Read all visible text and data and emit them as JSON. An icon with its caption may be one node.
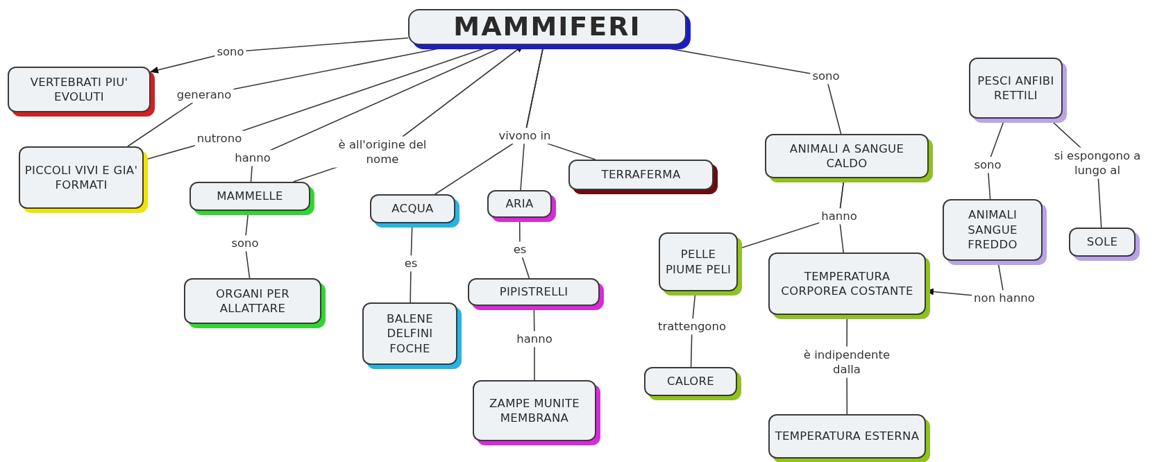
{
  "diagram": {
    "nodes": [
      {
        "text": [
          "MAMMIFERI"
        ]
      },
      {
        "text": [
          "VERTEBRATI PIU' EVOLUTI"
        ]
      },
      {
        "text": [
          "PICCOLI VIVI E GIA' FORMATI"
        ]
      },
      {
        "text": [
          "MAMMELLE"
        ]
      },
      {
        "text": [
          "ORGANI PER ALLATTARE"
        ]
      },
      {
        "text": [
          "ACQUA"
        ]
      },
      {
        "text": [
          "BALENE DELFINI FOCHE"
        ]
      },
      {
        "text": [
          "ARIA"
        ]
      },
      {
        "text": [
          "TERRAFERMA"
        ]
      },
      {
        "text": [
          "PIPISTRELLI"
        ]
      },
      {
        "text": [
          "ZAMPE MUNITE MEMBRANA"
        ]
      },
      {
        "text": [
          "ANIMALI A SANGUE CALDO"
        ]
      },
      {
        "text": [
          "PELLE PIUME PELI"
        ]
      },
      {
        "text": [
          "TEMPERATURA CORPOREA COSTANTE"
        ]
      },
      {
        "text": [
          "CALORE"
        ]
      },
      {
        "text": [
          "TEMPERATURA ESTERNA"
        ]
      },
      {
        "text": [
          "PESCI ANFIBI RETTILI"
        ]
      },
      {
        "text": [
          "ANIMALI SANGUE FREDDO"
        ]
      },
      {
        "text": [
          "SOLE"
        ]
      }
    ],
    "edges": [
      {
        "from": 0,
        "to": 1,
        "arrow": "to",
        "label": "sono"
      },
      {
        "from": 0,
        "to": 2,
        "arrow": "none",
        "label": "generano"
      },
      {
        "from": 0,
        "to": 2,
        "arrow": "none",
        "label": "nutrono"
      },
      {
        "from": 0,
        "to": 3,
        "arrow": "none",
        "label": "hanno"
      },
      {
        "from": 3,
        "to": 0,
        "arrow": "to",
        "label": "è all'origine del nome"
      },
      {
        "from": 3,
        "to": 4,
        "arrow": "none",
        "label": "sono"
      },
      {
        "from": 0,
        "to": 5,
        "arrow": "none",
        "label": "vivono in"
      },
      {
        "from": 0,
        "to": 7,
        "arrow": "none"
      },
      {
        "from": 0,
        "to": 8,
        "arrow": "none"
      },
      {
        "from": 5,
        "to": 6,
        "arrow": "none",
        "label": "es"
      },
      {
        "from": 7,
        "to": 9,
        "arrow": "none",
        "label": "es"
      },
      {
        "from": 9,
        "to": 10,
        "arrow": "none",
        "label": "hanno"
      },
      {
        "from": 0,
        "to": 11,
        "arrow": "none",
        "label": "sono"
      },
      {
        "from": 11,
        "to": 12,
        "arrow": "none",
        "label": "hanno"
      },
      {
        "from": 11,
        "to": 13,
        "arrow": "none"
      },
      {
        "from": 12,
        "to": 14,
        "arrow": "none",
        "label": "trattengono"
      },
      {
        "from": 13,
        "to": 15,
        "arrow": "none",
        "label": "è indipendente dalla"
      },
      {
        "from": 16,
        "to": 17,
        "arrow": "none",
        "label": "sono"
      },
      {
        "from": 16,
        "to": 18,
        "arrow": "none",
        "label": "si espongono a lungo al"
      },
      {
        "from": 17,
        "to": 13,
        "arrow": "to",
        "label": "non hanno"
      }
    ]
  }
}
